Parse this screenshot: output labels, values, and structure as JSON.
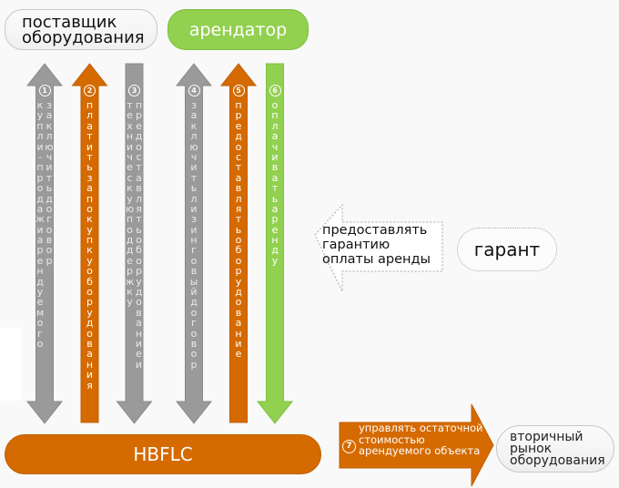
{
  "nodes": {
    "supplier": [
      "поставщик",
      "оборудования"
    ],
    "lessee": "арендатор",
    "guarantor": "гарант",
    "hbflc": "HBFLC",
    "secondary_market": [
      "вторичный",
      "рынок",
      "оборудования"
    ]
  },
  "colors": {
    "gray": "#9a9a9a",
    "orange": "#d56a00",
    "green": "#92d050",
    "background": "#f9f9f9"
  },
  "flows": [
    {
      "num": "1",
      "direction": "both",
      "color": "gray",
      "columns": [
        "купли-продажи арендуемого",
        "заключить договор"
      ],
      "label": "заключить договор купли-продажи арендуемого"
    },
    {
      "num": "2",
      "direction": "up",
      "color": "orange",
      "columns": [
        "платить за покупку оборудования"
      ],
      "label": "платить за покупку оборудования"
    },
    {
      "num": "3",
      "direction": "down",
      "color": "gray",
      "columns": [
        "техническую поддержку",
        "предоставлять оборудование и"
      ],
      "label": "предоставлять оборудование и техническую поддержку"
    },
    {
      "num": "4",
      "direction": "both",
      "color": "gray",
      "columns": [
        "заключить лизинговый договор"
      ],
      "label": "заключить лизинговый договор"
    },
    {
      "num": "5",
      "direction": "up",
      "color": "orange",
      "columns": [
        "предоставлять оборудование"
      ],
      "label": "предоставлять оборудование"
    },
    {
      "num": "6",
      "direction": "down",
      "color": "green",
      "columns": [
        "оплачивать аренду"
      ],
      "label": "оплачивать аренду"
    }
  ],
  "guarantee_arrow": {
    "lines": [
      "предоставлять",
      "гарантию",
      "оплаты аренды"
    ]
  },
  "residual_arrow": {
    "num": "7",
    "lines": [
      "управлять остаточной",
      "стоимостью",
      "арендуемого объекта"
    ]
  }
}
